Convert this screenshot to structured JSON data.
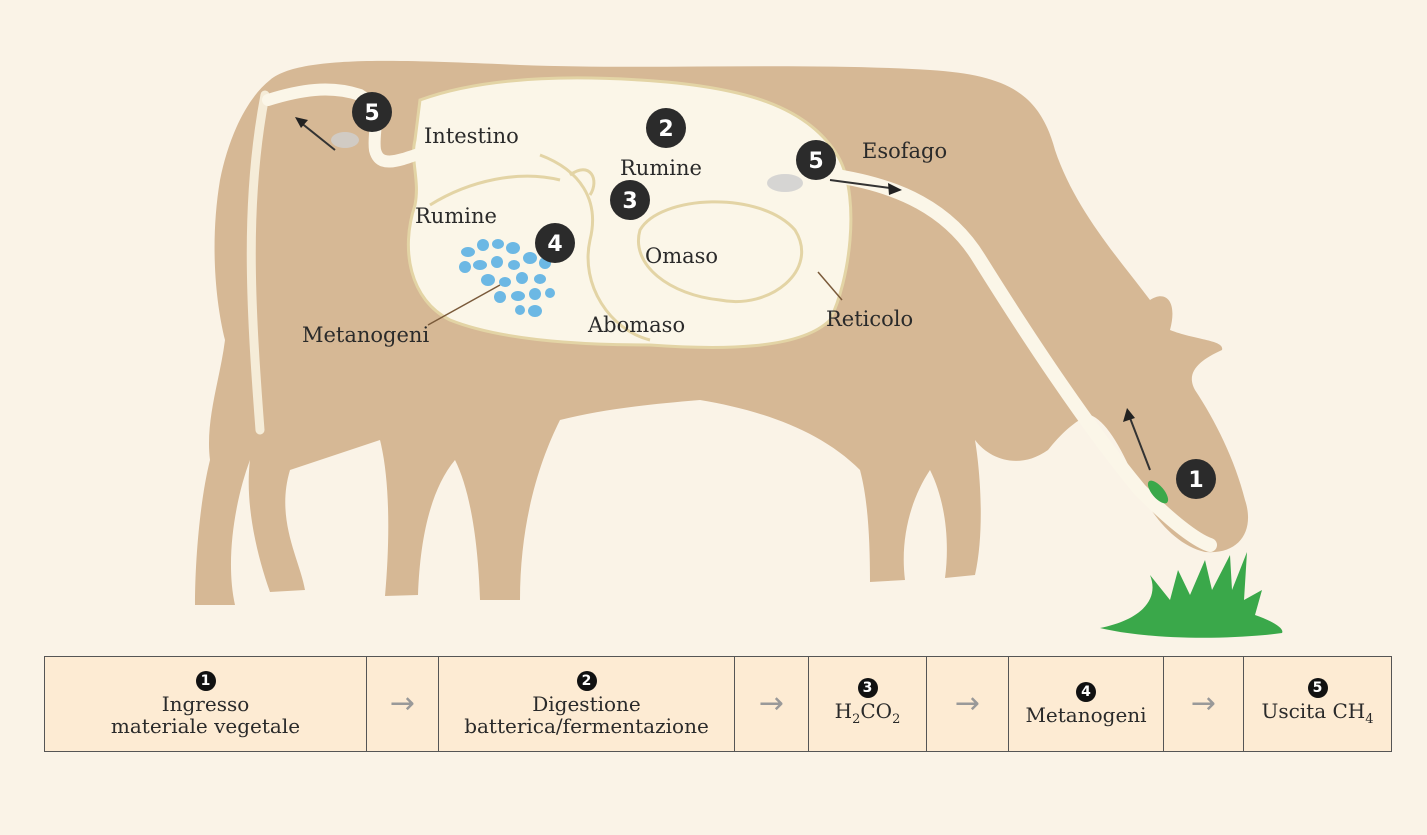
{
  "labels": {
    "intestino": "Intestino",
    "rumine_top": "Rumine",
    "esofago": "Esofago",
    "rumine_left": "Rumine",
    "omaso": "Omaso",
    "metanogeni": "Metanogeni",
    "abomaso": "Abomaso",
    "reticolo": "Reticolo"
  },
  "badges": {
    "b5_rear": "5",
    "b2": "2",
    "b3": "3",
    "b4": "4",
    "b5_esophagus": "5",
    "b1": "1"
  },
  "flow": {
    "step1": {
      "num": "1",
      "line1": "Ingresso",
      "line2": "materiale vegetale"
    },
    "step2": {
      "num": "2",
      "line1": "Digestione",
      "line2": "batterica/fermentazione"
    },
    "step3": {
      "num": "3",
      "h": "H",
      "sub2a": "2",
      "co": "CO",
      "sub2b": "2"
    },
    "step4": {
      "num": "4",
      "text": "Metanogeni"
    },
    "step5": {
      "num": "5",
      "text": "Uscita CH",
      "sub4": "4"
    },
    "arrow": "→"
  },
  "colors": {
    "body": "#d6b895",
    "stomach": "#fbf6e8",
    "outline": "#e3d4a5",
    "badge": "#2b2b2b",
    "microbes": "#6cb8e4",
    "grass": "#3aa84a",
    "table_bg": "#fdebd3"
  }
}
